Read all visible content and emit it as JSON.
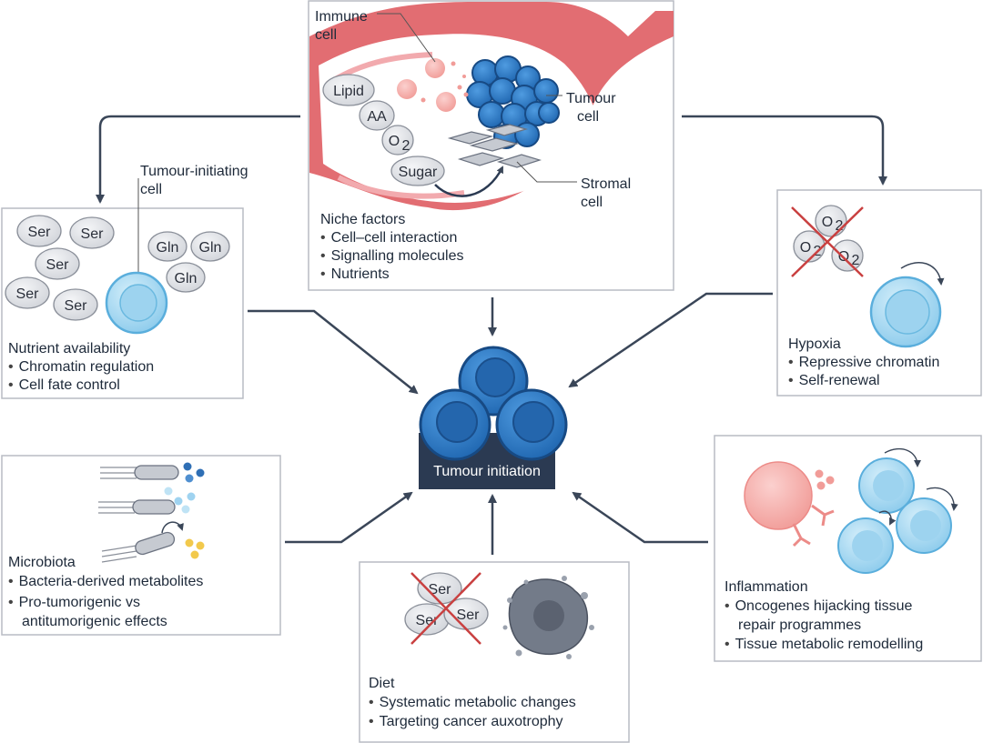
{
  "center": {
    "label": "Tumour initiation"
  },
  "niche": {
    "labels": {
      "immune_cell": [
        "Immune",
        "cell"
      ],
      "tumour_cell": [
        "Tumour",
        "cell"
      ],
      "stromal_cell": [
        "Stromal",
        "cell"
      ]
    },
    "chips": [
      "Lipid",
      "AA",
      "O",
      "Sugar"
    ],
    "o2_subscript": "2",
    "title": "Niche factors",
    "bullets": [
      "Cell–cell interaction",
      "Signalling molecules",
      "Nutrients"
    ]
  },
  "nutrient": {
    "cell_label": [
      "Tumour-initiating",
      "cell"
    ],
    "ser": [
      "Ser",
      "Ser",
      "Ser",
      "Ser",
      "Ser"
    ],
    "gln": [
      "Gln",
      "Gln",
      "Gln"
    ],
    "title": "Nutrient availability",
    "bullets": [
      "Chromatin regulation",
      "Cell fate control"
    ]
  },
  "hypoxia": {
    "o2": [
      "O",
      "O",
      "O"
    ],
    "o2_subscript": "2",
    "title": "Hypoxia",
    "bullets": [
      "Repressive chromatin",
      "Self-renewal"
    ]
  },
  "microbiota": {
    "title": "Microbiota",
    "bullets": [
      "Bacteria-derived metabolites",
      "Pro-tumorigenic vs",
      "antitumorigenic effects"
    ]
  },
  "diet": {
    "ser": [
      "Ser",
      "Ser",
      "Ser"
    ],
    "title": "Diet",
    "bullets": [
      "Systematic metabolic changes",
      "Targeting cancer auxotrophy"
    ]
  },
  "inflammation": {
    "title": "Inflammation",
    "bullets": [
      "Oncogenes hijacking tissue",
      "repair programmes",
      "Tissue metabolic remodelling"
    ]
  },
  "colors": {
    "box_border": "#b8bcc4",
    "arrow": "#3a4658",
    "vessel": "#e26d72",
    "tumour_blue": "#2f7fc8",
    "tumour_dark": "#1a4f8c",
    "stem_blue": "#a8d8f0",
    "chip_gray": "#e3e4e8",
    "cross_red": "#c94040",
    "pedestal": "#2b3a52"
  }
}
